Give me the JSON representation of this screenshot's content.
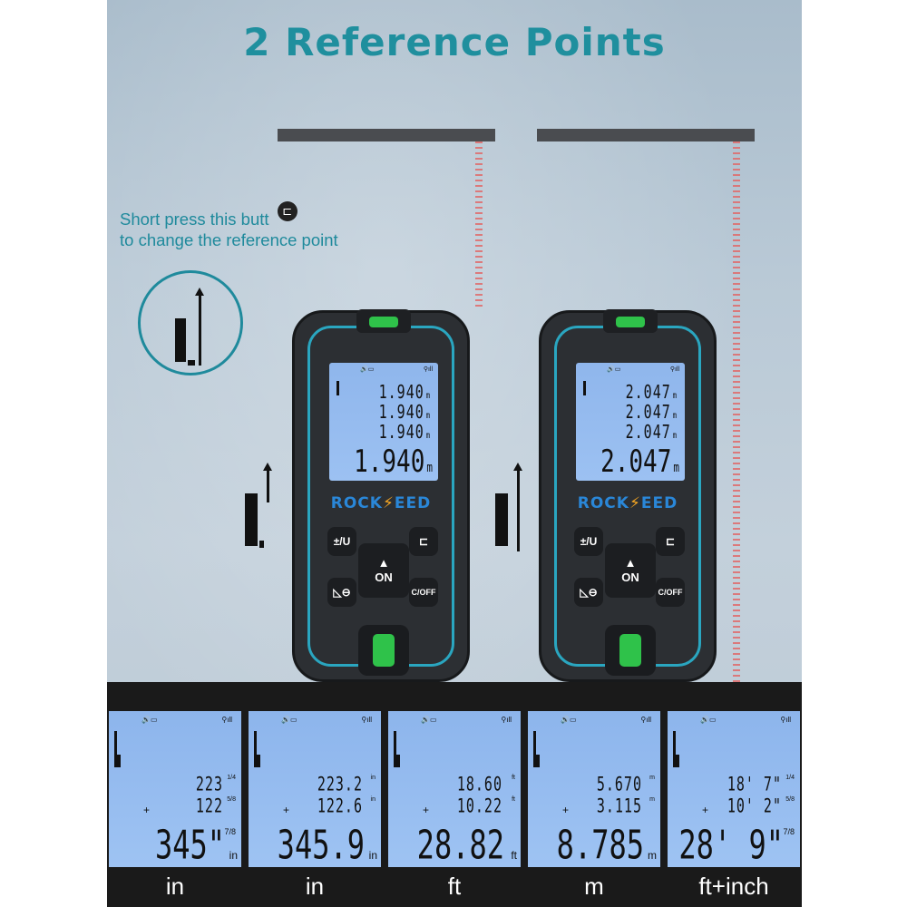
{
  "title": "2 Reference Points",
  "hint": {
    "line1": "Short press this butt",
    "button_glyph": "⊏",
    "line2": "to change the reference point"
  },
  "brand": {
    "left": "ROCK",
    "bolt": "⚡",
    "right": "EED"
  },
  "keys": {
    "unit": "±/U",
    "ref": "⊏",
    "on_arrow": "▲",
    "on": "ON",
    "mode": "◺⊖",
    "coff": "C/OFF"
  },
  "device_left": {
    "lines": [
      "1.940",
      "1.940",
      "1.940"
    ],
    "line_unit": "m",
    "result": "1.940",
    "result_unit": "m"
  },
  "device_right": {
    "lines": [
      "2.047",
      "2.047",
      "2.047"
    ],
    "line_unit": "m",
    "result": "2.047",
    "result_unit": "m"
  },
  "status": {
    "speaker": "🔊▭",
    "signal": "⚲ıll"
  },
  "units": [
    {
      "label": "in",
      "r1": "223",
      "r1_unit": "1/4",
      "r2": "122",
      "r2_unit": "5/8",
      "big": "345\"",
      "big_frac": "7/8",
      "big_unit": "in"
    },
    {
      "label": "in",
      "r1": "223.2",
      "r1_unit": "in",
      "r2": "122.6",
      "r2_unit": "in",
      "big": "345.9",
      "big_frac": "",
      "big_unit": "in"
    },
    {
      "label": "ft",
      "r1": "18.60",
      "r1_unit": "ft",
      "r2": "10.22",
      "r2_unit": "ft",
      "big": "28.82",
      "big_frac": "",
      "big_unit": "ft"
    },
    {
      "label": "m",
      "r1": "5.670",
      "r1_unit": "m",
      "r2": "3.115",
      "r2_unit": "m",
      "big": "8.785",
      "big_frac": "",
      "big_unit": "m"
    },
    {
      "label": "ft+inch",
      "r1": "18' 7\"",
      "r1_unit": "1/4",
      "r2": "10' 2\"",
      "r2_unit": "5/8",
      "big": "28' 9\"",
      "big_frac": "7/8",
      "big_unit": ""
    }
  ],
  "plus_sign": "+",
  "colors": {
    "accent": "#1f8f9e",
    "screen": "#9cc1f2",
    "trim": "#2aa6c0",
    "level": "#2fc24a"
  }
}
